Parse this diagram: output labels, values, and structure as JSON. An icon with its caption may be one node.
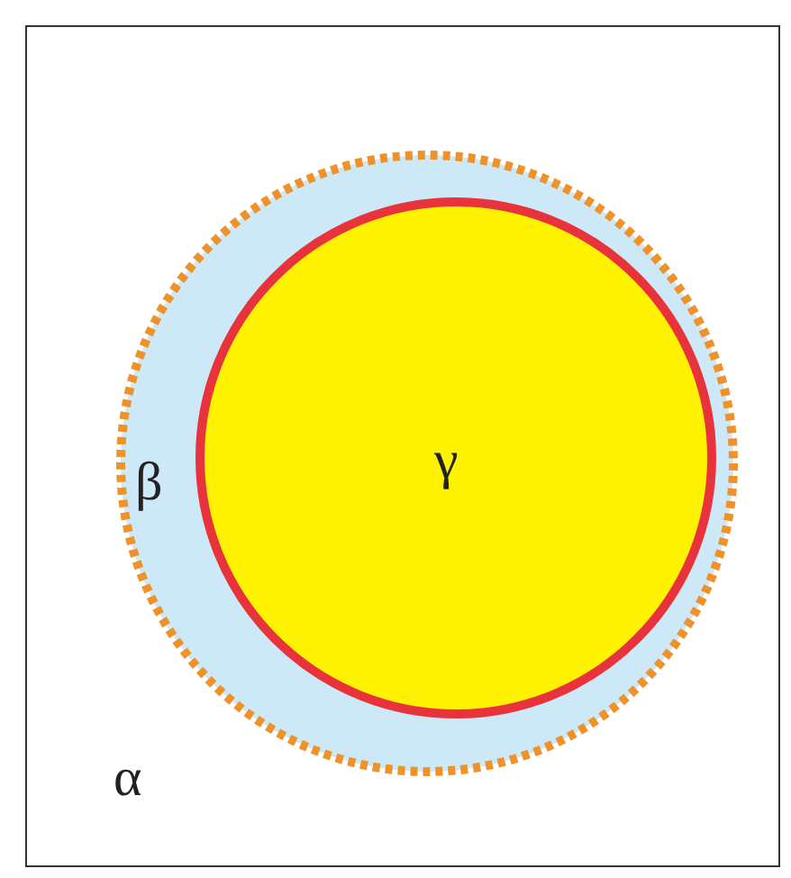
{
  "diagram": {
    "nodes": [
      {
        "text": [
          "α"
        ]
      },
      {
        "text": [
          "β"
        ],
        "in": 0
      },
      {
        "text": [
          "γ"
        ],
        "in": 1
      }
    ]
  }
}
